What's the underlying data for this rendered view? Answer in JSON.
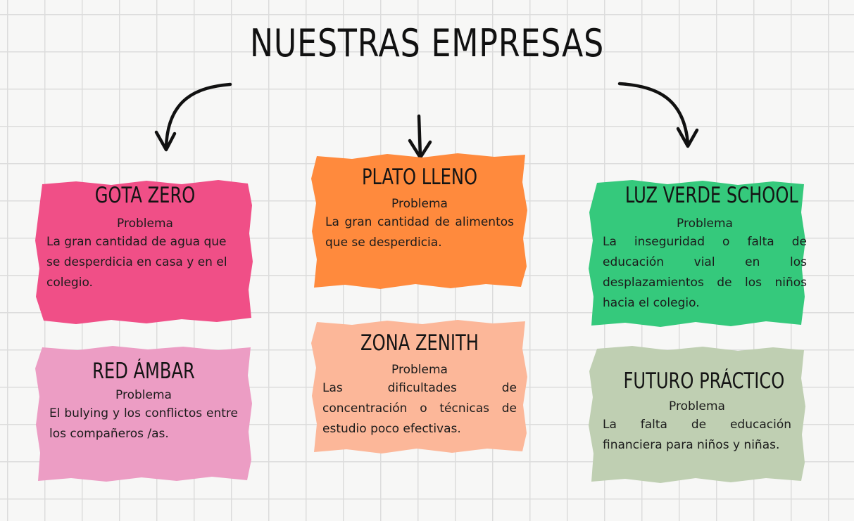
{
  "title": "NUESTRAS EMPRESAS",
  "colors": {
    "gota_zero": "#f04f87",
    "plato_lleno": "#ff8a3d",
    "luz_verde": "#35c97c",
    "red_ambar": "#ec9dc4",
    "zona_zenith": "#fcb799",
    "futuro_practico": "#bfcfb2",
    "grid": "#dcdcdc",
    "background": "#f7f7f6"
  },
  "cards": {
    "gota_zero": {
      "title": "GOTA ZERO",
      "subtitle": "Problema",
      "text": "La gran cantidad de agua que se desperdicia en casa y en el colegio."
    },
    "plato_lleno": {
      "title": "PLATO LLENO",
      "subtitle": "Problema",
      "text": "La gran cantidad de alimentos que se desperdicia."
    },
    "luz_verde": {
      "title": "LUZ VERDE SCHOOL",
      "subtitle": "Problema",
      "text": "La inseguridad o falta de educación vial en los desplazamientos de los niños hacia el colegio."
    },
    "red_ambar": {
      "title": "RED ÁMBAR",
      "subtitle": "Problema",
      "text": "El bulying y los conflictos entre los compañeros /as."
    },
    "zona_zenith": {
      "title": "ZONA ZENITH",
      "subtitle": "Problema",
      "text": "Las dificultades de concentración o técnicas de estudio poco efectivas."
    },
    "futuro_practico": {
      "title": "FUTURO PRÁCTICO",
      "subtitle": "Problema",
      "text": "La falta de educación financiera para niños y niñas."
    }
  }
}
